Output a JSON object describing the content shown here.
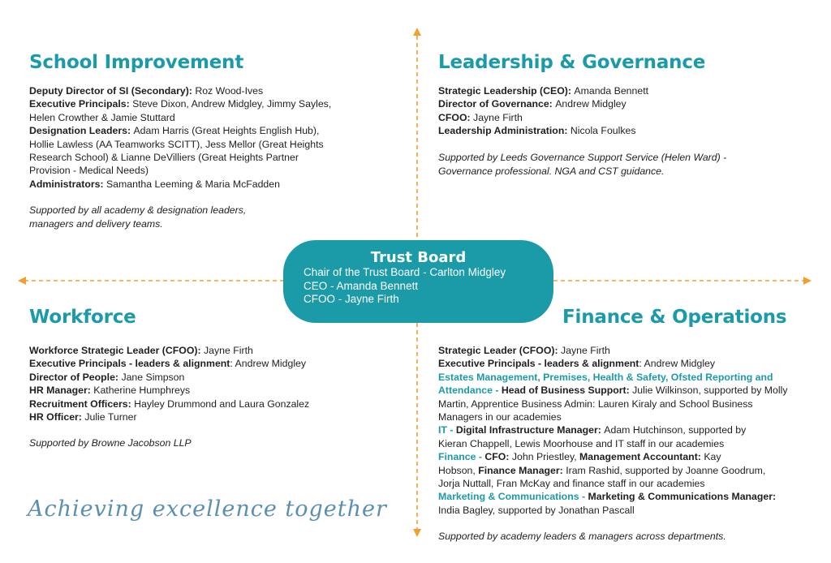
{
  "school_improvement": {
    "title": "School Improvement",
    "lines": [
      [
        {
          "b": "Deputy Director of SI (Secondary): "
        },
        {
          "t": "Roz Wood-Ives"
        }
      ],
      [
        {
          "b": "Executive Principals: "
        },
        {
          "t": " Steve Dixon, Andrew Midgley, Jimmy Sayles,"
        }
      ],
      [
        {
          "t": "Helen Crowther & Jamie Stuttard"
        }
      ],
      [
        {
          "b": "Designation Leaders: "
        },
        {
          "t": "Adam Harris (Great Heights English Hub),"
        }
      ],
      [
        {
          "t": "Hollie Lawless (AA Teamworks SCITT), Jess Mellor (Great Heights"
        }
      ],
      [
        {
          "t": "Research School) & Lianne DeVilliers (Great Heights Partner"
        }
      ],
      [
        {
          "t": "Provision - Medical Needs)"
        }
      ],
      [
        {
          "b": "Administrators: "
        },
        {
          "t": "Samantha Leeming & Maria McFadden"
        }
      ]
    ],
    "note_lines": [
      "Supported by all academy & designation leaders,",
      "managers and delivery teams."
    ]
  },
  "leadership_governance": {
    "title": "Leadership & Governance",
    "lines": [
      [
        {
          "b": "Strategic Leadership (CEO): "
        },
        {
          "t": "Amanda Bennett"
        }
      ],
      [
        {
          "b": "Director of Governance: "
        },
        {
          "t": "Andrew Midgley"
        }
      ],
      [
        {
          "b": "CFOO: "
        },
        {
          "t": "Jayne Firth"
        }
      ],
      [
        {
          "b": "Leadership Administration: "
        },
        {
          "t": "Nicola Foulkes"
        }
      ]
    ],
    "note_lines": [
      "Supported by Leeds Governance Support Service (Helen Ward) -",
      "Governance professional. NGA and CST guidance."
    ]
  },
  "workforce": {
    "title": "Workforce",
    "lines": [
      [
        {
          "b": "Workforce Strategic Leader (CFOO): "
        },
        {
          "t": "Jayne Firth"
        }
      ],
      [
        {
          "b": "Executive Principals - leaders & alignment"
        },
        {
          "t": ": Andrew Midgley"
        }
      ],
      [
        {
          "b": "Director of People: "
        },
        {
          "t": "Jane Simpson"
        }
      ],
      [
        {
          "b": "HR Manager: "
        },
        {
          "t": "Katherine Humphreys"
        }
      ],
      [
        {
          "b": "Recruitment Officers: "
        },
        {
          "t": "Hayley Drummond and Laura Gonzalez"
        }
      ],
      [
        {
          "b": "HR Officer: "
        },
        {
          "t": "Julie Turner"
        }
      ]
    ],
    "note_lines": [
      "Supported by Browne Jacobson LLP"
    ]
  },
  "finance_operations": {
    "title": "Finance & Operations",
    "lines": [
      [
        {
          "b": "Strategic Leader (CFOO): "
        },
        {
          "t": "Jayne Firth"
        }
      ],
      [
        {
          "b": "Executive Principals - leaders & alignment"
        },
        {
          "t": ": Andrew Midgley"
        }
      ],
      [
        {
          "c": "Estates Management, Premises, Health & Safety, Ofsted Reporting and"
        }
      ],
      [
        {
          "c": "Attendance - "
        },
        {
          "b": "Head of Business Support: "
        },
        {
          "t": "Julie Wilkinson, supported by Molly"
        }
      ],
      [
        {
          "t": "Martin, Apprentice Business Admin: Lauren Kiraly and School Business"
        }
      ],
      [
        {
          "t": "Managers in our academies"
        }
      ],
      [
        {
          "c": "IT - "
        },
        {
          "b": "Digital Infrastructure Manager: "
        },
        {
          "t": "Adam Hutchinson, supported by"
        }
      ],
      [
        {
          "t": "Kieran Chappell, Lewis Moorhouse and IT staff in our academies"
        }
      ],
      [
        {
          "c": "Finance - "
        },
        {
          "b": " CFO: "
        },
        {
          "t": "John Priestley, "
        },
        {
          "b": "Management Accountant: "
        },
        {
          "t": "Kay"
        }
      ],
      [
        {
          "t": "Hobson, "
        },
        {
          "b": "Finance Manager: "
        },
        {
          "t": "Iram Rashid, supported by Joanne Goodrum,"
        }
      ],
      [
        {
          "t": "Jorja Nuttall, Fran McKay and finance staff in our academies"
        }
      ],
      [
        {
          "c": "Marketing & Communications - "
        },
        {
          "b": "Marketing & Communications Manager:"
        }
      ],
      [
        {
          "t": "India Bagley, supported by Jonathan Pascall"
        }
      ]
    ],
    "note_lines": [
      "Supported by academy leaders & managers across departments."
    ]
  },
  "trust_board": {
    "title": "Trust Board",
    "lines": [
      "Chair of the Trust Board - Carlton Midgley",
      "CEO - Amanda Bennett",
      "CFOO - Jayne Firth"
    ]
  },
  "tagline": "Achieving excellence together",
  "colors": {
    "accent": "#1b9aa8",
    "arrow": "#f0a030",
    "tagline": "#5a8fb0"
  }
}
